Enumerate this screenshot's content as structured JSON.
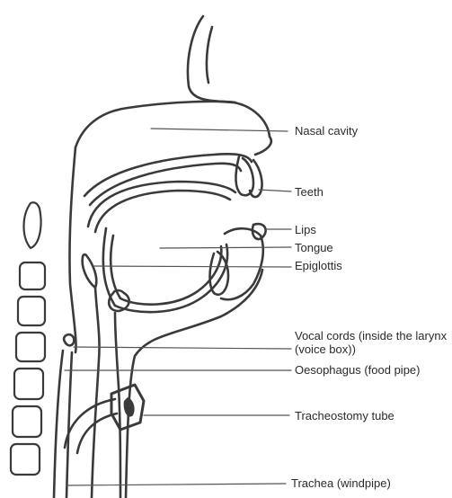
{
  "labels": {
    "nasal_cavity": "Nasal cavity",
    "teeth": "Teeth",
    "lips": "Lips",
    "tongue": "Tongue",
    "epiglottis": "Epiglottis",
    "vocal_cords": "Vocal cords (inside the larynx (voice box))",
    "oesophagus": "Oesophagus (food pipe)",
    "tracheostomy_tube": "Tracheostomy tube",
    "trachea": "Trachea (windpipe)"
  },
  "colors": {
    "outline": "#3a3a3a",
    "text": "#2a2a2a",
    "background": "#ffffff"
  }
}
